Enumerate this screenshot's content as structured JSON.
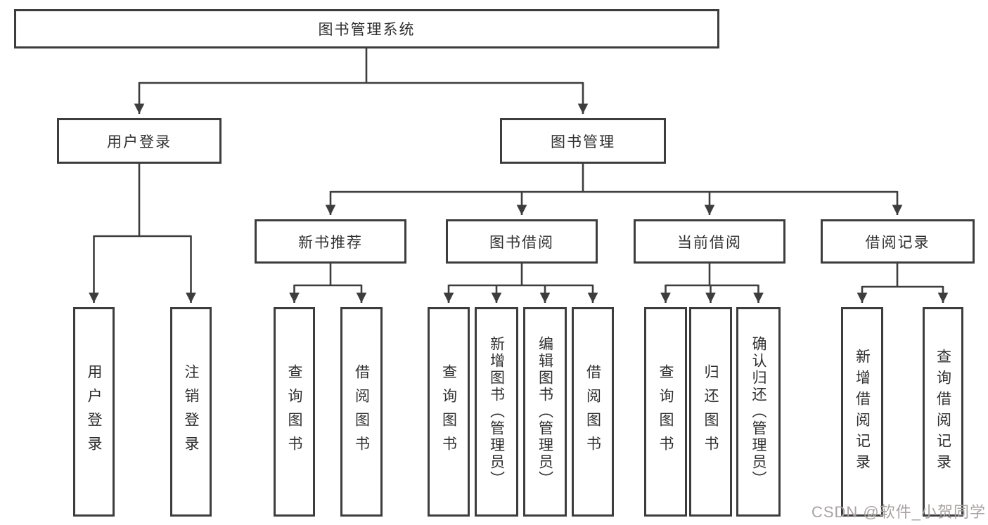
{
  "colors": {
    "line": "#3d3d3d",
    "box_border": "#3d3d3d",
    "text": "#2f2f2f",
    "background": "#ffffff",
    "watermark": "#a9a2a2"
  },
  "diagram": {
    "root": {
      "label": "图书管理系统"
    },
    "level2": [
      {
        "id": "user-login",
        "label": "用户登录"
      },
      {
        "id": "book-management",
        "label": "图书管理"
      }
    ],
    "level3": [
      {
        "id": "new-book-recommend",
        "label": "新书推荐"
      },
      {
        "id": "book-borrowing",
        "label": "图书借阅"
      },
      {
        "id": "current-borrowing",
        "label": "当前借阅"
      },
      {
        "id": "borrow-records",
        "label": "借阅记录"
      }
    ],
    "leaves": [
      {
        "parent": "user-login",
        "label": "用户登录"
      },
      {
        "parent": "user-login",
        "label": "注销登录"
      },
      {
        "parent": "new-book-recommend",
        "label": "查询图书"
      },
      {
        "parent": "new-book-recommend",
        "label": "借阅图书"
      },
      {
        "parent": "book-borrowing",
        "label": "查询图书"
      },
      {
        "parent": "book-borrowing",
        "label": "新增图书（管理员）"
      },
      {
        "parent": "book-borrowing",
        "label": "编辑图书（管理员）"
      },
      {
        "parent": "book-borrowing",
        "label": "借阅图书"
      },
      {
        "parent": "current-borrowing",
        "label": "查询图书"
      },
      {
        "parent": "current-borrowing",
        "label": "归还图书"
      },
      {
        "parent": "current-borrowing",
        "label": "确认归还（管理员）"
      },
      {
        "parent": "borrow-records",
        "label": "新增借阅记录"
      },
      {
        "parent": "borrow-records",
        "label": "查询借阅记录"
      }
    ],
    "watermark": "CSDN @软件_小贺同学"
  }
}
